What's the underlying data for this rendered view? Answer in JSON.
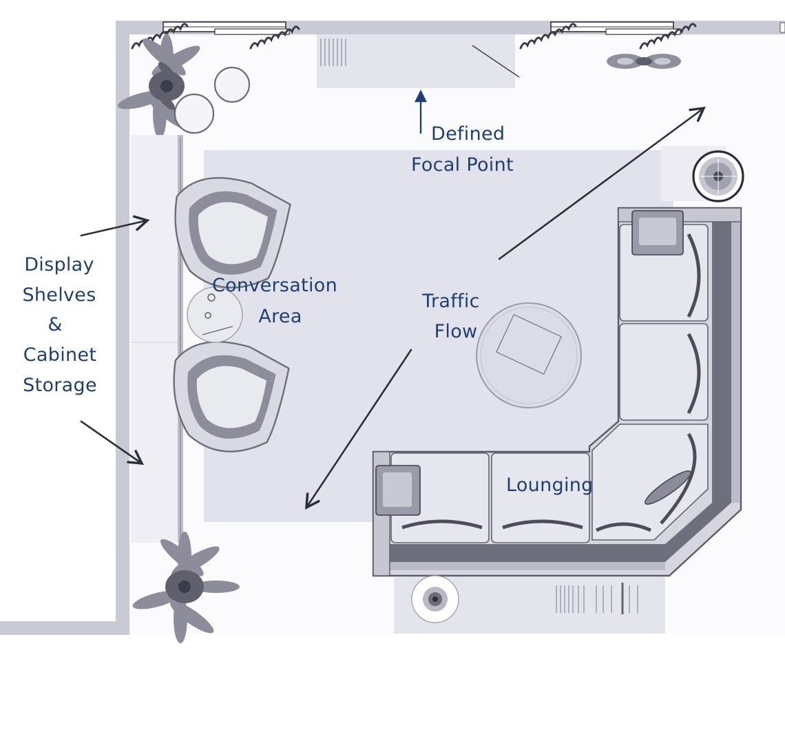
{
  "labels": {
    "display_1": "Display",
    "display_2": "Shelves",
    "display_3": "&",
    "display_4": "Cabinet",
    "display_5": "Storage",
    "focal_1": "Defined",
    "focal_2": "Focal Point",
    "conv_1": "Conversation",
    "conv_2": "Area",
    "traffic_1": "Traffic",
    "traffic_2": "Flow",
    "lounging": "Lounging"
  },
  "colors": {
    "background": "#ffffff",
    "floor": "#fbfbfe",
    "wall": "#c9cad5",
    "rug": "#e2e2ec",
    "furniture_light": "#d8d8e2",
    "furniture_mid": "#a9a9b7",
    "furniture_dark": "#5d5d6c",
    "label_text": "#1f3f73",
    "arrow": "#2a2f3a"
  },
  "icons": [
    "plant-icon",
    "armchair-icon",
    "sectional-sofa-icon",
    "floor-lamp-icon",
    "side-table-icon",
    "coffee-table-icon",
    "tv-console-icon",
    "curtain-icon",
    "window-icon"
  ]
}
